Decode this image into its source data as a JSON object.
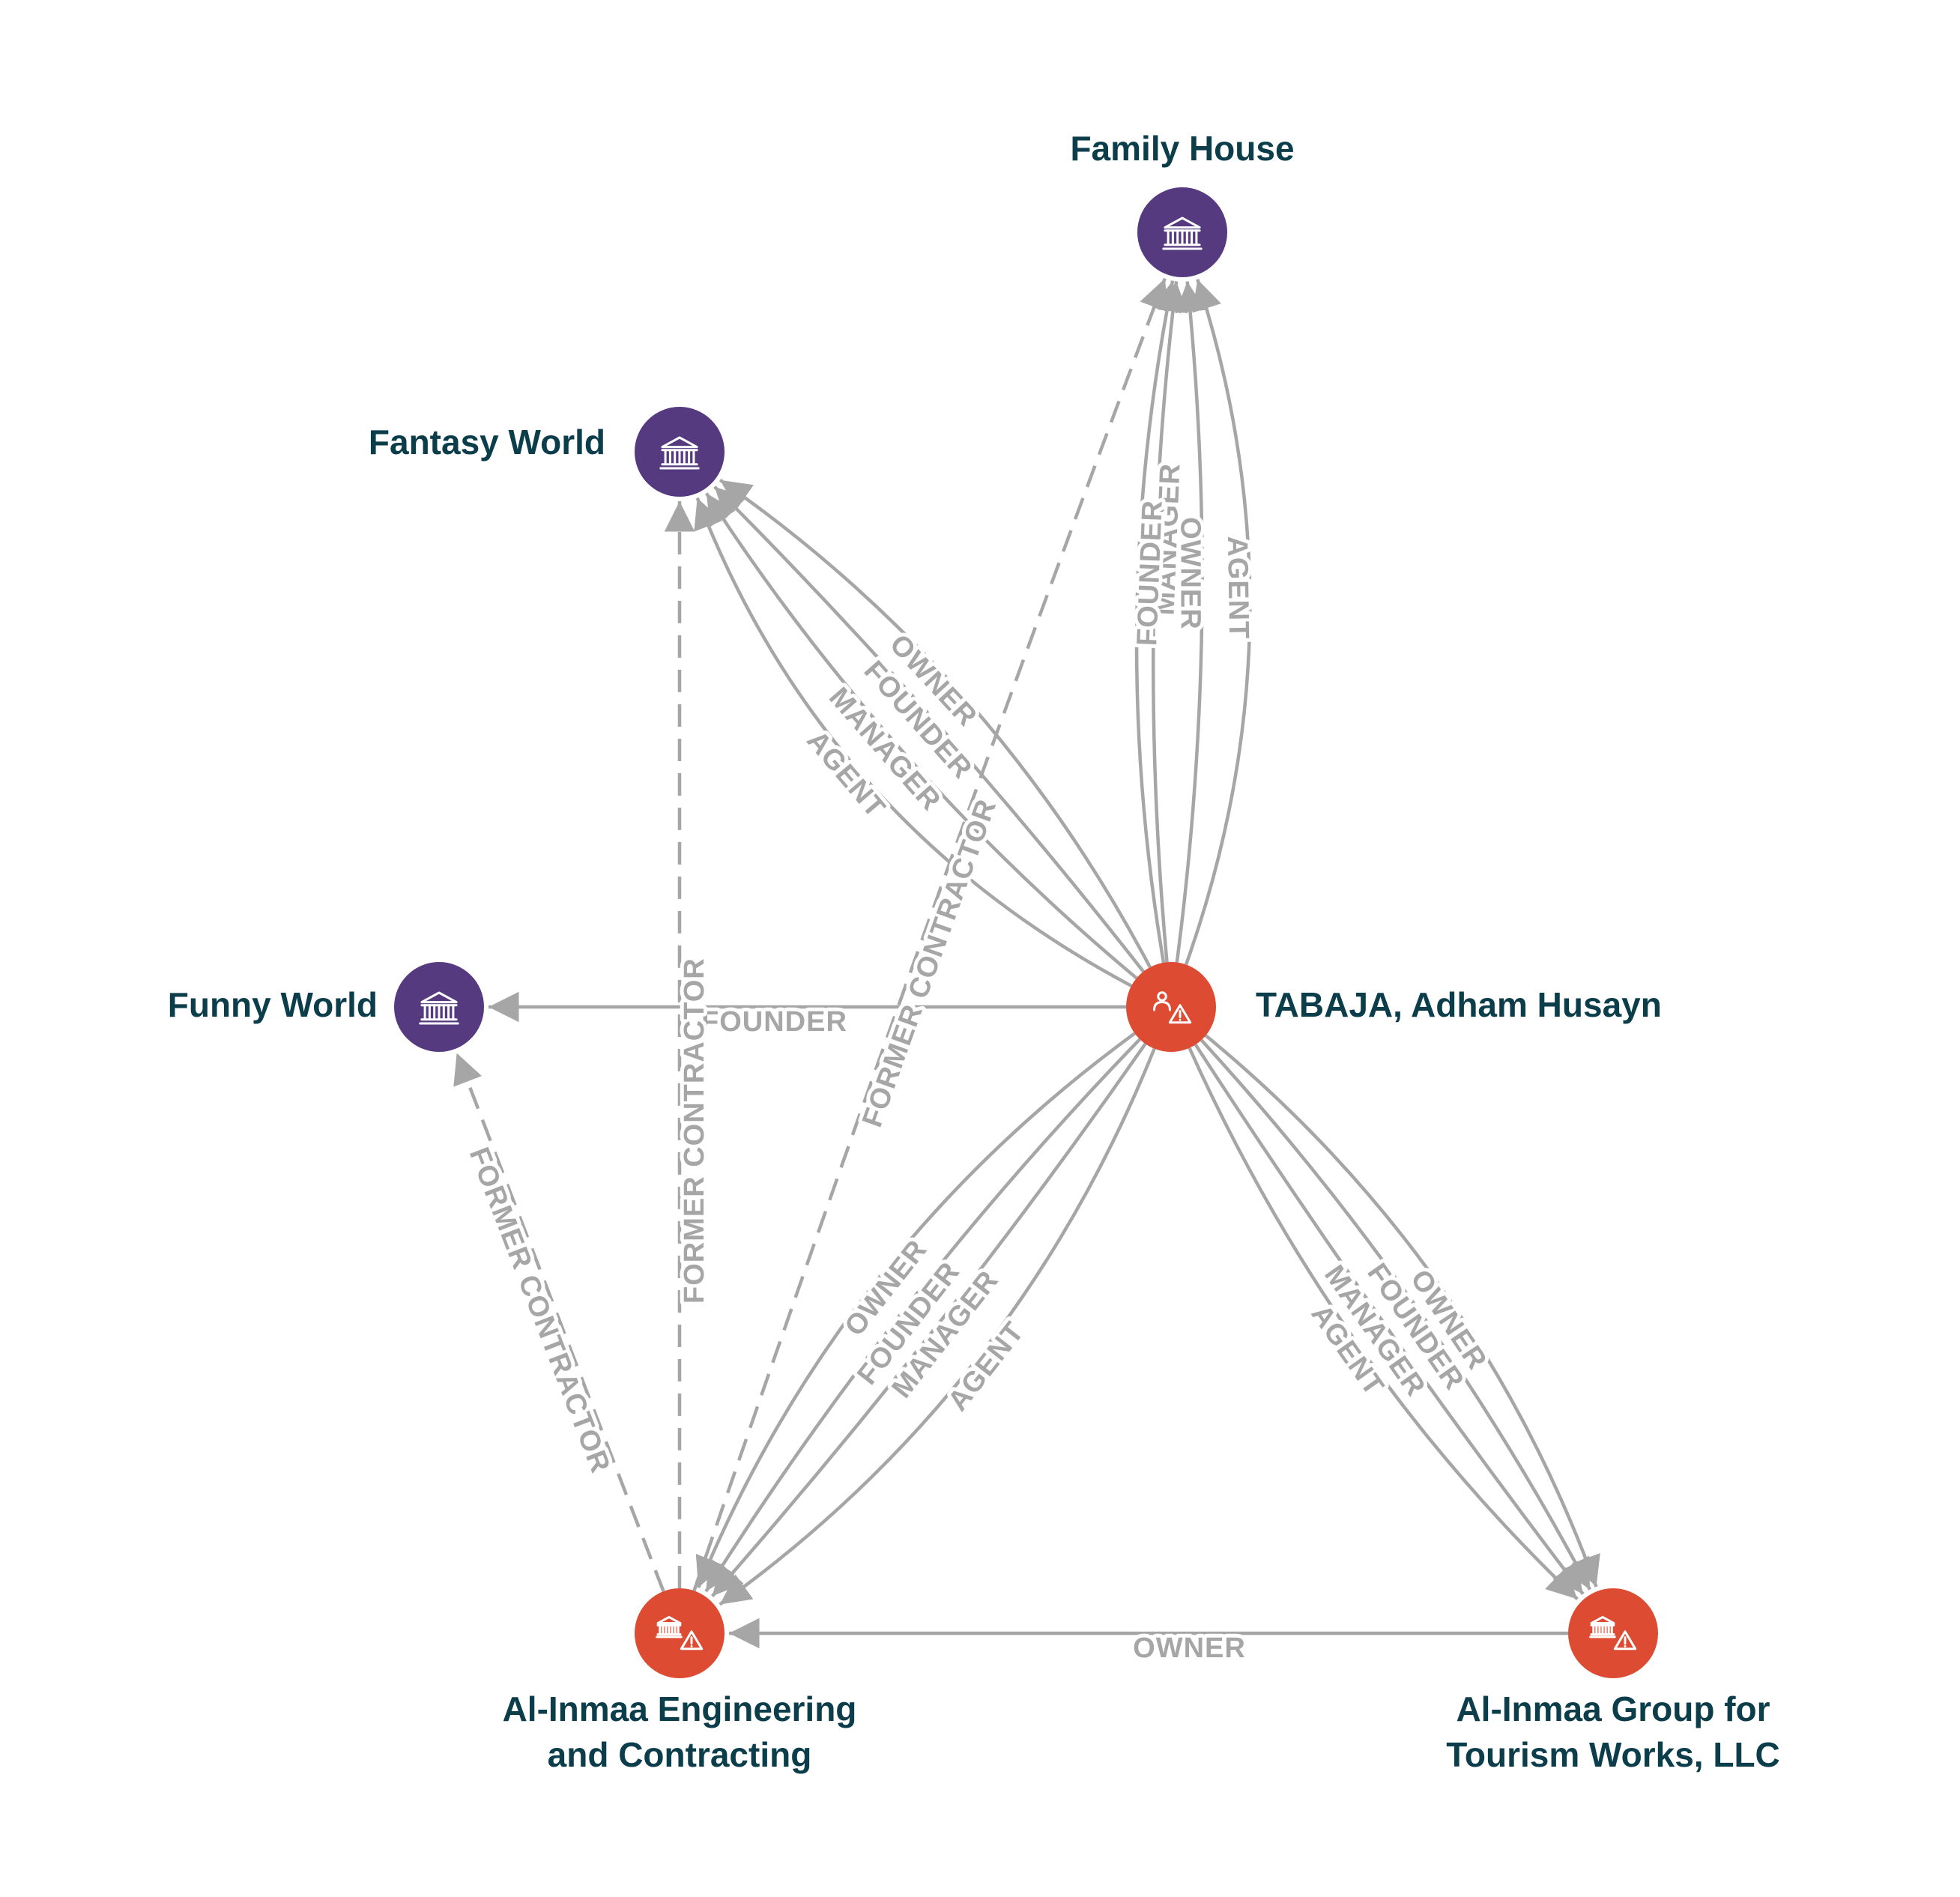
{
  "colors": {
    "edge": "#a6a6a6",
    "label_text": "#0c3d4a",
    "organization_node": "#553a80",
    "sanctioned_node": "#dd4b33",
    "icon": "#ffffff",
    "background": "#ffffff"
  },
  "nodes": [
    {
      "id": "family_house",
      "label_lines": [
        "Family House"
      ],
      "kind": "organization",
      "icon": "bank-icon"
    },
    {
      "id": "fantasy_world",
      "label_lines": [
        "Fantasy World"
      ],
      "kind": "organization",
      "icon": "bank-icon"
    },
    {
      "id": "funny_world",
      "label_lines": [
        "Funny World"
      ],
      "kind": "organization",
      "icon": "bank-icon"
    },
    {
      "id": "tabaja",
      "label_lines": [
        "TABAJA, Adham Husayn"
      ],
      "kind": "sanctioned-person",
      "icon": "person-warning-icon"
    },
    {
      "id": "al_inmaa_eng",
      "label_lines": [
        "Al-Inmaa Engineering",
        "and Contracting"
      ],
      "kind": "sanctioned-organization",
      "icon": "bank-warning-icon"
    },
    {
      "id": "al_inmaa_group",
      "label_lines": [
        "Al-Inmaa Group for",
        "Tourism Works, LLC"
      ],
      "kind": "sanctioned-organization",
      "icon": "bank-warning-icon"
    }
  ],
  "edges": [
    {
      "id": "e1",
      "from": "tabaja",
      "to": "family_house",
      "label": "MANAGER",
      "style": "solid"
    },
    {
      "id": "e2",
      "from": "tabaja",
      "to": "family_house",
      "label": "FOUNDER",
      "style": "solid"
    },
    {
      "id": "e3",
      "from": "tabaja",
      "to": "family_house",
      "label": "OWNER",
      "style": "solid"
    },
    {
      "id": "e4",
      "from": "tabaja",
      "to": "family_house",
      "label": "AGENT",
      "style": "solid"
    },
    {
      "id": "e5",
      "from": "tabaja",
      "to": "fantasy_world",
      "label": "OWNER",
      "style": "solid"
    },
    {
      "id": "e6",
      "from": "tabaja",
      "to": "fantasy_world",
      "label": "FOUNDER",
      "style": "solid"
    },
    {
      "id": "e7",
      "from": "tabaja",
      "to": "fantasy_world",
      "label": "MANAGER",
      "style": "solid"
    },
    {
      "id": "e8",
      "from": "tabaja",
      "to": "fantasy_world",
      "label": "AGENT",
      "style": "solid"
    },
    {
      "id": "e9",
      "from": "tabaja",
      "to": "funny_world",
      "label": "FOUNDER",
      "style": "solid"
    },
    {
      "id": "e10",
      "from": "tabaja",
      "to": "al_inmaa_eng",
      "label": "OWNER",
      "style": "solid"
    },
    {
      "id": "e11",
      "from": "tabaja",
      "to": "al_inmaa_eng",
      "label": "FOUNDER",
      "style": "solid"
    },
    {
      "id": "e12",
      "from": "tabaja",
      "to": "al_inmaa_eng",
      "label": "MANAGER",
      "style": "solid"
    },
    {
      "id": "e13",
      "from": "tabaja",
      "to": "al_inmaa_eng",
      "label": "AGENT",
      "style": "solid"
    },
    {
      "id": "e14",
      "from": "tabaja",
      "to": "al_inmaa_group",
      "label": "OWNER",
      "style": "solid"
    },
    {
      "id": "e15",
      "from": "tabaja",
      "to": "al_inmaa_group",
      "label": "FOUNDER",
      "style": "solid"
    },
    {
      "id": "e16",
      "from": "tabaja",
      "to": "al_inmaa_group",
      "label": "MANAGER",
      "style": "solid"
    },
    {
      "id": "e17",
      "from": "tabaja",
      "to": "al_inmaa_group",
      "label": "AGENT",
      "style": "solid"
    },
    {
      "id": "e18",
      "from": "al_inmaa_group",
      "to": "al_inmaa_eng",
      "label": "OWNER",
      "style": "solid"
    },
    {
      "id": "e19",
      "from": "al_inmaa_eng",
      "to": "funny_world",
      "label": "FORMER CONTRACTOR",
      "style": "dashed"
    },
    {
      "id": "e20",
      "from": "al_inmaa_eng",
      "to": "fantasy_world",
      "label": "FORMER CONTRACTOR",
      "style": "dashed"
    },
    {
      "id": "e21",
      "from": "al_inmaa_eng",
      "to": "family_house",
      "label": "FORMER CONTRACTOR",
      "style": "dashed"
    }
  ]
}
